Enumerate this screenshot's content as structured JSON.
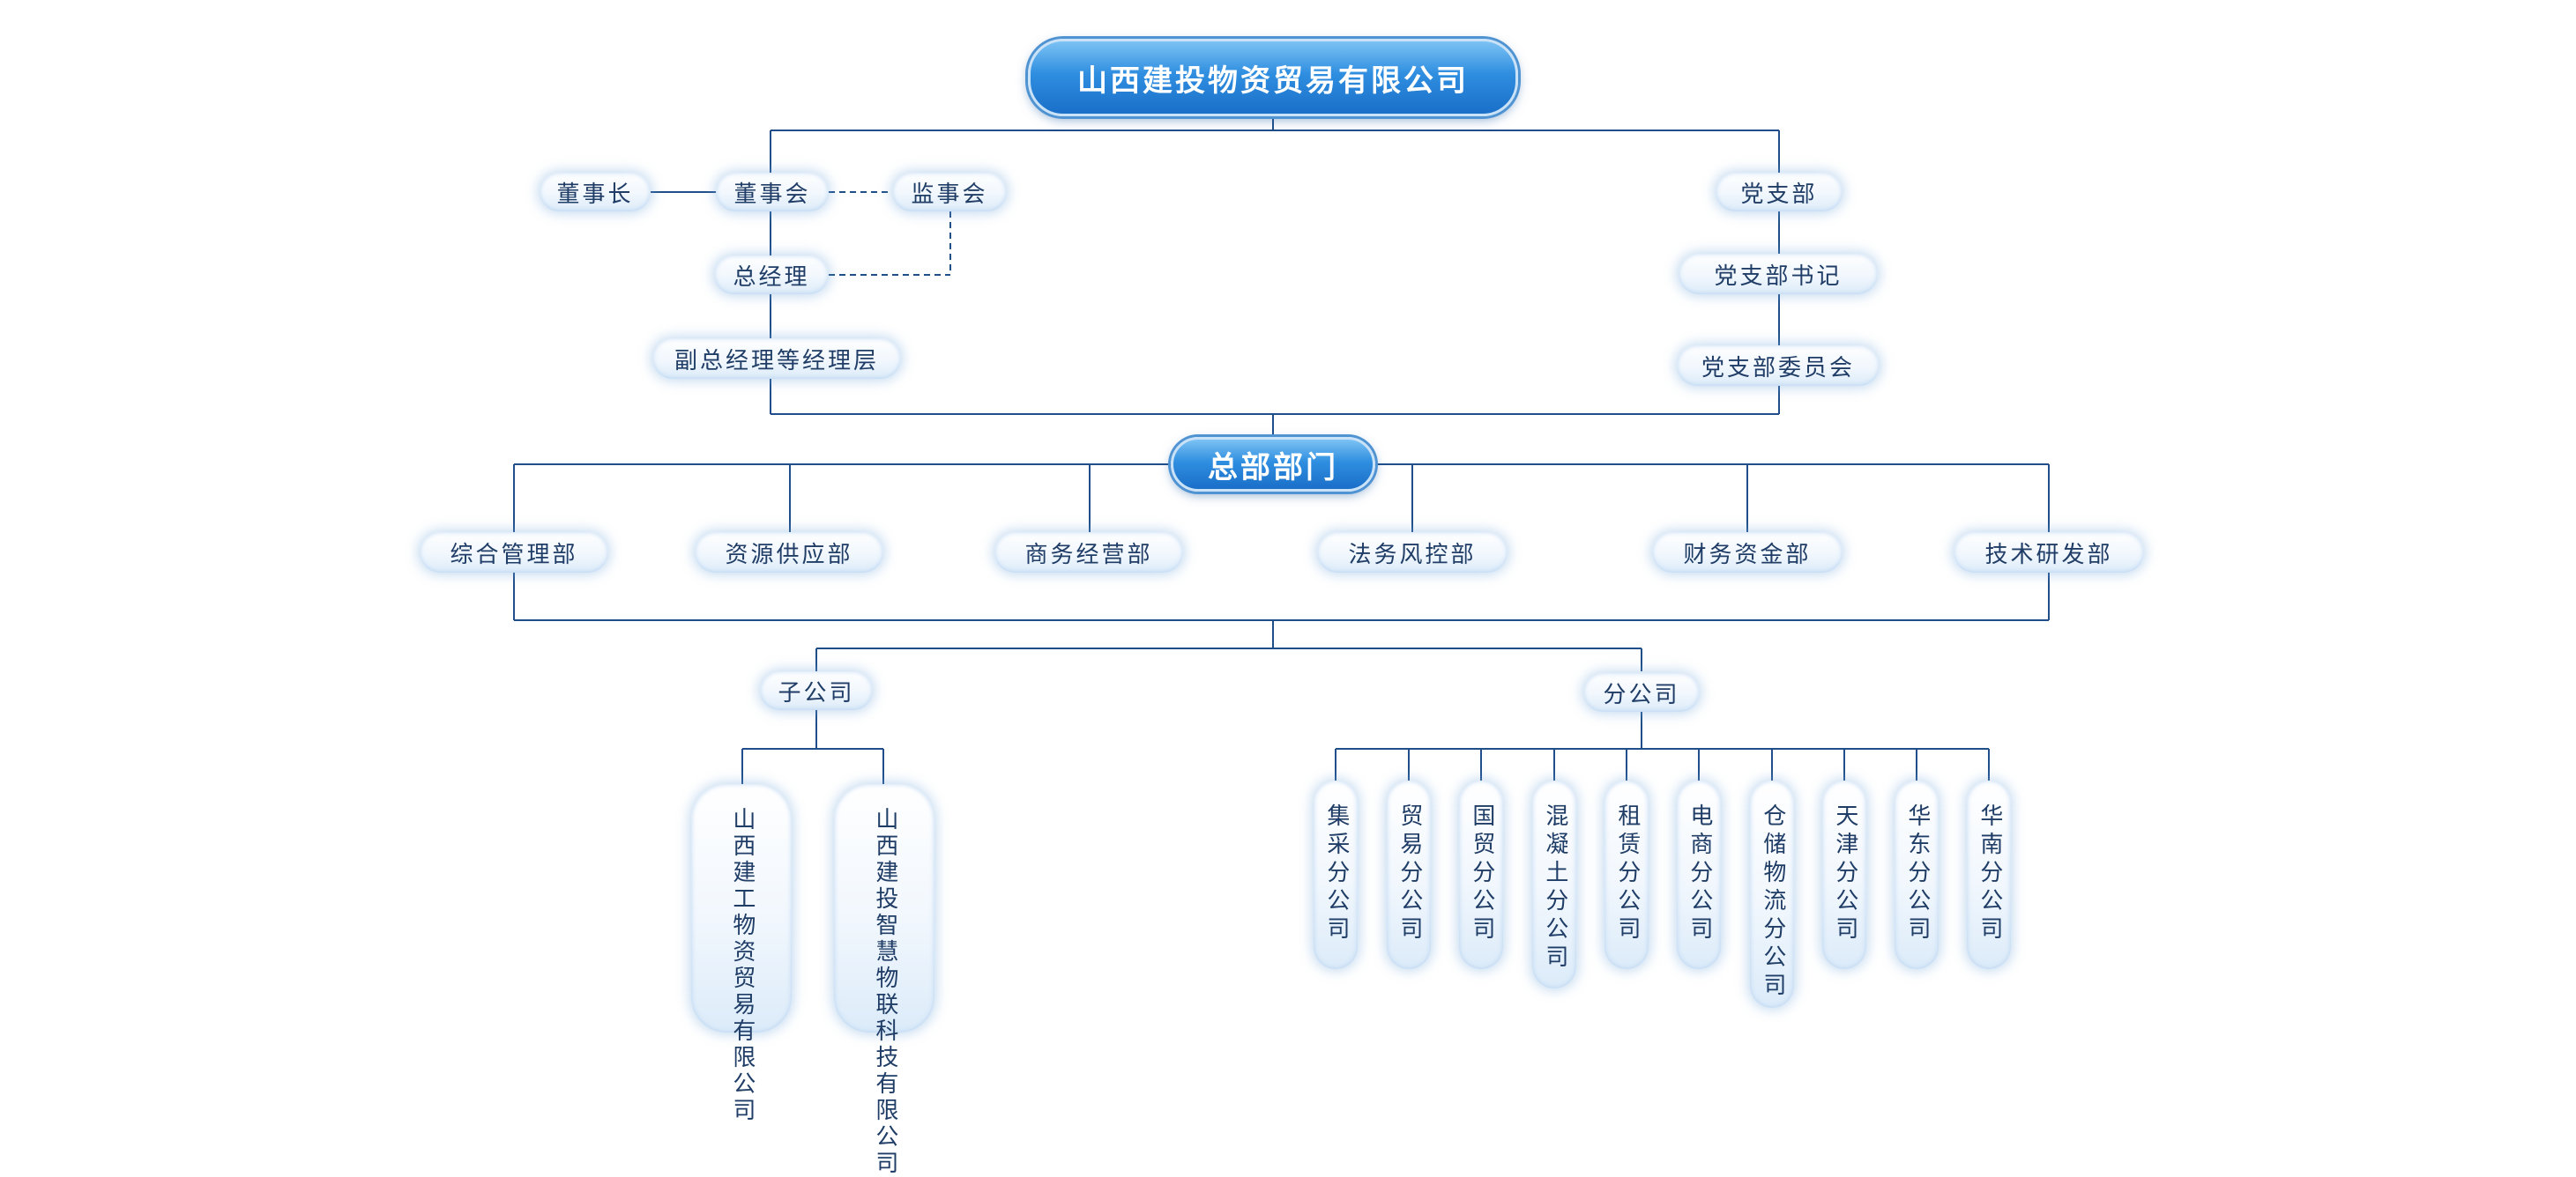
{
  "org": {
    "company": "山西建投物资贸易有限公司",
    "chairman": "董事长",
    "board": "董事会",
    "supervisory_board": "监事会",
    "general_manager": "总经理",
    "deputy_managers": "副总经理等经理层",
    "party_branch": "党支部",
    "party_secretary": "党支部书记",
    "party_committee": "党支部委员会",
    "hq": "总部部门",
    "departments": [
      "综合管理部",
      "资源供应部",
      "商务经营部",
      "法务风控部",
      "财务资金部",
      "技术研发部"
    ],
    "subsidiaries_label": "子公司",
    "subsidiaries": [
      "山西建工物资贸易有限公司",
      "山西建投智慧物联科技有限公司"
    ],
    "branches_label": "分公司",
    "branches": [
      "集采分公司",
      "贸易分公司",
      "国贸分公司",
      "混凝土分公司",
      "租赁分公司",
      "电商分公司",
      "仓储物流分公司",
      "天津分公司",
      "华东分公司",
      "华南分公司"
    ]
  },
  "colors": {
    "line": "#1f4e8a",
    "accent": "#1a6fc8",
    "text": "#1f3d66"
  }
}
